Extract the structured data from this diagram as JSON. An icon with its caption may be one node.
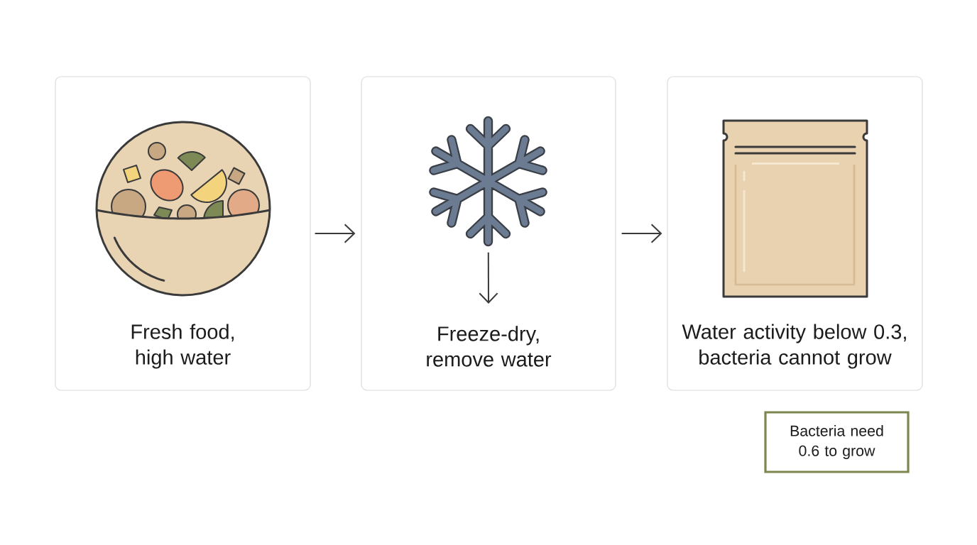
{
  "diagram": {
    "nodes": [
      {
        "text": [
          "Fresh food, high water"
        ]
      },
      {
        "text": [
          "Freeze-dry, remove water"
        ]
      },
      {
        "text": [],
        "shape": "picture",
        "in": 1
      },
      {
        "text": [
          "Water activity below 0.3, bacteria cannot grow"
        ]
      },
      {
        "text": [
          "Bacteria need 0.6 to grow"
        ]
      }
    ],
    "edges": [
      {
        "from": 0,
        "to": 1,
        "arrow": "to"
      },
      {
        "from": 1,
        "to": 3,
        "arrow": "to"
      },
      {
        "from": 2,
        "to": null,
        "arrow": "to"
      }
    ]
  }
}
